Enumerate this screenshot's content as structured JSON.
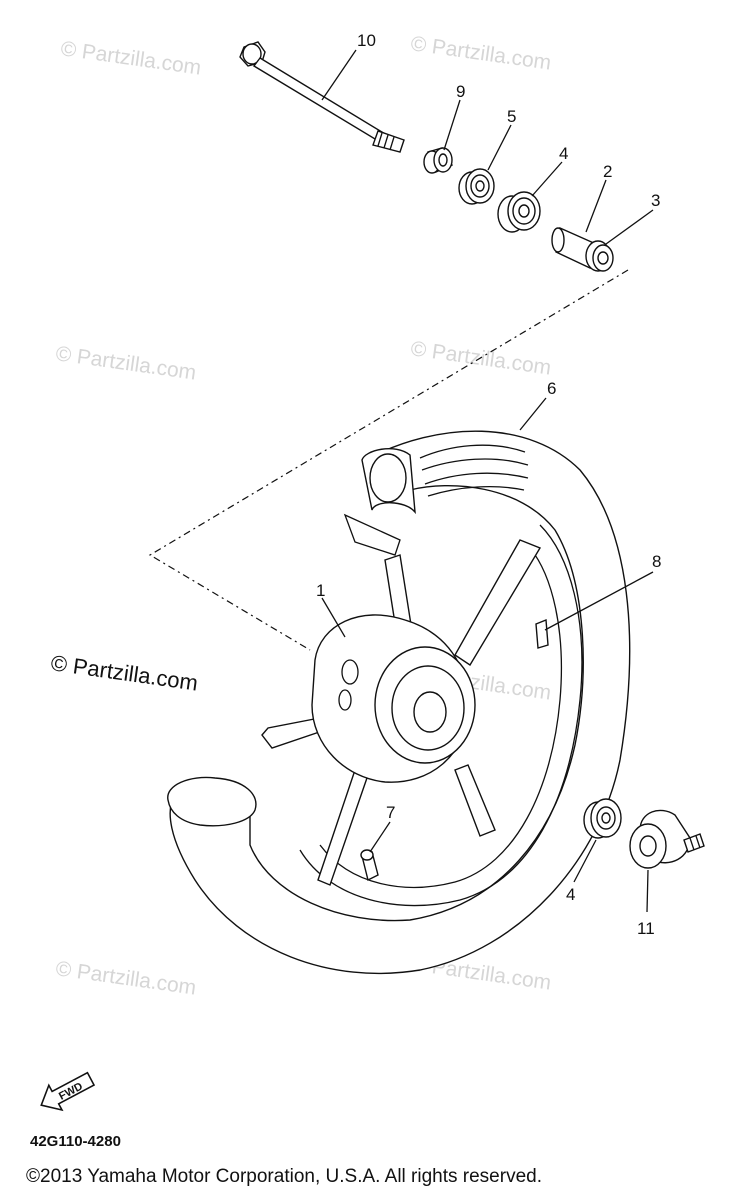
{
  "watermark": {
    "faint_text": "© Partzilla.com",
    "main_text": "© Partzilla.com"
  },
  "callouts": {
    "c1": "1",
    "c2": "2",
    "c3": "3",
    "c4a": "4",
    "c4b": "4",
    "c5": "5",
    "c6": "6",
    "c7": "7",
    "c8": "8",
    "c9": "9",
    "c10": "10",
    "c11": "11"
  },
  "fwd_label": "FWD",
  "part_number": "42G110-4280",
  "copyright": "©2013  Yamaha Motor Corporation, U.S.A. All rights reserved."
}
